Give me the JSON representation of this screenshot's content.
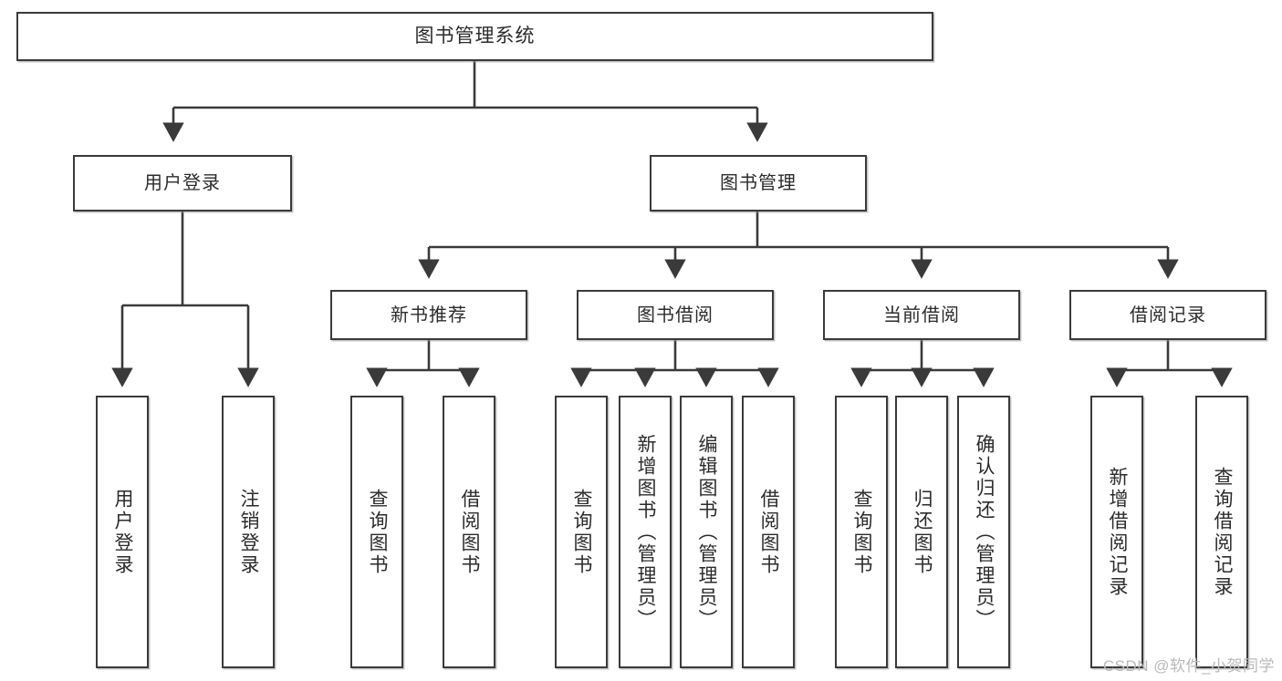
{
  "diagram": {
    "title_node": {
      "id": "root",
      "label": "图书管理系统"
    },
    "level2": [
      {
        "id": "login",
        "label": "用户登录"
      },
      {
        "id": "bookmgmt",
        "label": "图书管理"
      }
    ],
    "level3": [
      {
        "id": "newbook",
        "label": "新书推荐"
      },
      {
        "id": "borrow",
        "label": "图书借阅"
      },
      {
        "id": "current",
        "label": "当前借阅"
      },
      {
        "id": "records",
        "label": "借阅记录"
      }
    ],
    "leaves": {
      "login": [
        {
          "id": "leaf-user-login",
          "label": "用户登录"
        },
        {
          "id": "leaf-logout",
          "label": "注销登录"
        }
      ],
      "newbook": [
        {
          "id": "leaf-query-book-1",
          "label": "查询图书"
        },
        {
          "id": "leaf-borrow-book-1",
          "label": "借阅图书"
        }
      ],
      "borrow": [
        {
          "id": "leaf-query-book-2",
          "label": "查询图书"
        },
        {
          "id": "leaf-add-book",
          "label": "新增图书（管理员）"
        },
        {
          "id": "leaf-edit-book",
          "label": "编辑图书（管理员）"
        },
        {
          "id": "leaf-borrow-book-2",
          "label": "借阅图书"
        }
      ],
      "current": [
        {
          "id": "leaf-query-book-3",
          "label": "查询图书"
        },
        {
          "id": "leaf-return-book",
          "label": "归还图书"
        },
        {
          "id": "leaf-confirm-return",
          "label": "确认归还（管理员）"
        }
      ],
      "records": [
        {
          "id": "leaf-add-record",
          "label": "新增借阅记录"
        },
        {
          "id": "leaf-query-record",
          "label": "查询借阅记录"
        }
      ]
    }
  },
  "watermark": {
    "text": "CSDN @软件_小贺同学"
  },
  "colors": {
    "stroke": "#3a3a3a",
    "fill": "#ffffff",
    "text": "#2b2b2b",
    "watermark": "#b9b9b9"
  }
}
